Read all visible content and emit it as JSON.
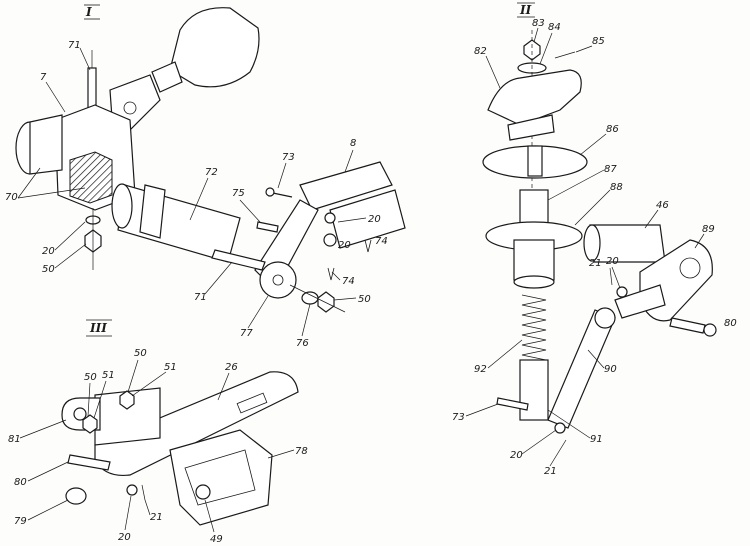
{
  "views": [
    {
      "id": "view-I",
      "numeral": "I"
    },
    {
      "id": "view-II",
      "numeral": "II"
    },
    {
      "id": "view-III",
      "numeral": "III"
    }
  ],
  "callouts": {
    "view_I": [
      "71",
      "7",
      "70",
      "72",
      "20",
      "50",
      "73",
      "8",
      "75",
      "20",
      "20",
      "74",
      "74",
      "71",
      "50",
      "77",
      "76"
    ],
    "view_II": [
      "83",
      "84",
      "82",
      "85",
      "86",
      "87",
      "88",
      "46",
      "89",
      "21",
      "20",
      "80",
      "92",
      "90",
      "73",
      "91",
      "20",
      "21"
    ],
    "view_III": [
      "50",
      "51",
      "50",
      "51",
      "26",
      "81",
      "80",
      "78",
      "79",
      "20",
      "21",
      "49"
    ]
  }
}
